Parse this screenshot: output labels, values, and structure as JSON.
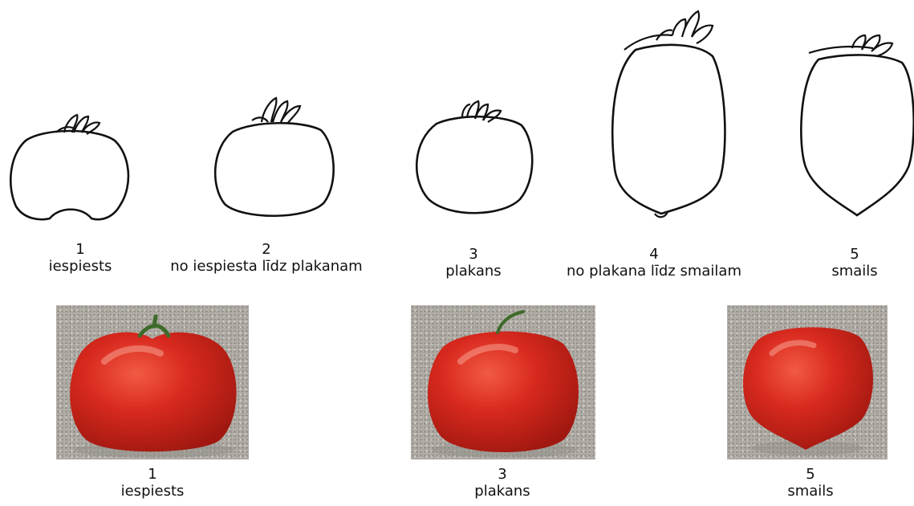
{
  "shapes": [
    {
      "number": "1",
      "label": "iespiests"
    },
    {
      "number": "2",
      "label": "no iespiesta līdz plakanam"
    },
    {
      "number": "3",
      "label": "plakans"
    },
    {
      "number": "4",
      "label": "no plakana līdz smailam"
    },
    {
      "number": "5",
      "label": "smails"
    }
  ],
  "photos": [
    {
      "number": "1",
      "label": "iespiests"
    },
    {
      "number": "3",
      "label": "plakans"
    },
    {
      "number": "5",
      "label": "smails"
    }
  ],
  "colors": {
    "outline": "#111111",
    "tomato": "#d8291e",
    "tomato_dark": "#a81810",
    "stem": "#3e6b2a",
    "background_gravel": "#b7b3ac"
  }
}
